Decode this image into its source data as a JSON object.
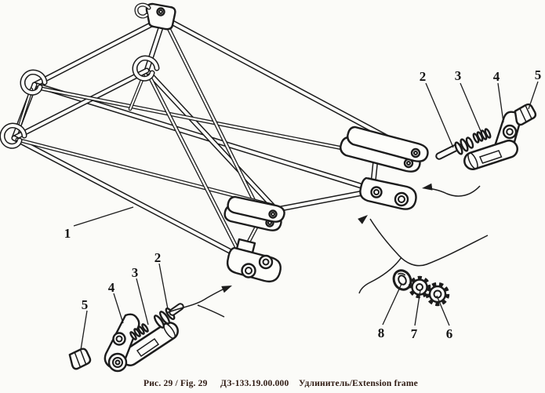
{
  "caption": {
    "figure": "Рис. 29 / Fig. 29",
    "drawing_number": "ДЗ-133.19.00.000",
    "title": "Удлинитель/Extension frame"
  },
  "callouts": {
    "frame_label": "1",
    "upper_right_group": [
      "2",
      "3",
      "4",
      "5"
    ],
    "lower_left_group": [
      "2",
      "3",
      "4",
      "5"
    ],
    "lower_right_group": [
      "8",
      "7",
      "6"
    ]
  },
  "colors": {
    "background": "#fbfbf8",
    "line": "#1c1c1c",
    "caption_text": "#2e1a12"
  }
}
